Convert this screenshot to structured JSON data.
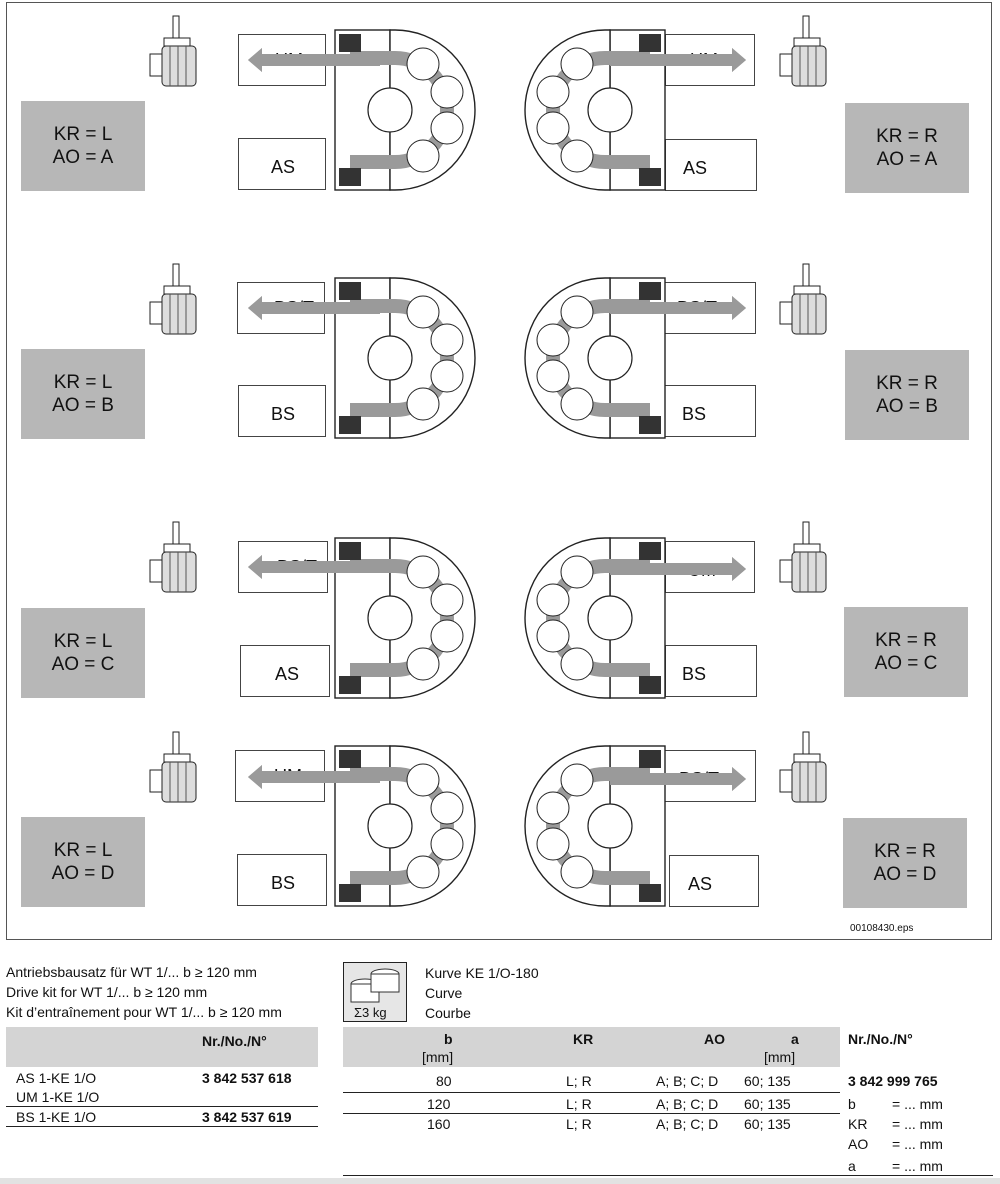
{
  "diagram": {
    "file_name": "00108430.eps",
    "left_column": [
      {
        "kr": "KR = L",
        "ao": "AO = A",
        "top_label": "UM",
        "bottom_label": "AS"
      },
      {
        "kr": "KR = L",
        "ao": "AO = B",
        "top_label": "BS/T",
        "bottom_label": "BS"
      },
      {
        "kr": "KR = L",
        "ao": "AO = C",
        "top_label": "BS/T",
        "bottom_label": "AS"
      },
      {
        "kr": "KR = L",
        "ao": "AO = D",
        "top_label": "UM",
        "bottom_label": "BS"
      }
    ],
    "right_column": [
      {
        "kr": "KR = R",
        "ao": "AO = A",
        "top_label": "UM",
        "bottom_label": "AS"
      },
      {
        "kr": "KR = R",
        "ao": "AO = B",
        "top_label": "BS/T",
        "bottom_label": "BS"
      },
      {
        "kr": "KR = R",
        "ao": "AO = C",
        "top_label": "UM",
        "bottom_label": "BS"
      },
      {
        "kr": "KR = R",
        "ao": "AO = D",
        "top_label": "BS/T",
        "bottom_label": "AS"
      }
    ]
  },
  "drive_kit": {
    "title_de": "Antriebsbausatz für WT 1/...  b ≥ 120 mm",
    "title_en": "Drive kit for WT 1/... b ≥ 120 mm",
    "title_fr": "Kit d’entraînement pour WT 1/... b ≥ 120 mm",
    "col_header": "Nr./No./N°",
    "rows": [
      {
        "name": "AS 1-KE 1/O",
        "number": "3 842 537 618"
      },
      {
        "name": "UM 1-KE 1/O",
        "number": ""
      },
      {
        "name": "BS 1-KE 1/O",
        "number": "3 842 537 619"
      }
    ]
  },
  "curve": {
    "weight": "Σ3 kg",
    "title_de": "Kurve KE 1/O-180",
    "title_en": "Curve",
    "title_fr": "Courbe",
    "headers": {
      "b": "b",
      "b_unit": "[mm]",
      "kr": "KR",
      "ao": "AO",
      "a": "a",
      "a_unit": "[mm]",
      "nr": "Nr./No./N°"
    },
    "rows": [
      {
        "b": "80",
        "kr": "L; R",
        "ao": "A; B; C; D",
        "a": "60; 135"
      },
      {
        "b": "120",
        "kr": "L; R",
        "ao": "A; B; C; D",
        "a": "60; 135"
      },
      {
        "b": "160",
        "kr": "L; R",
        "ao": "A; B; C; D",
        "a": "60; 135"
      }
    ],
    "order_number": "3 842 999 765",
    "params": [
      {
        "key": "b",
        "val": "= ... mm"
      },
      {
        "key": "KR",
        "val": "= ... mm"
      },
      {
        "key": "AO",
        "val": "= ... mm"
      },
      {
        "key": "a",
        "val": "= ... mm"
      }
    ]
  }
}
